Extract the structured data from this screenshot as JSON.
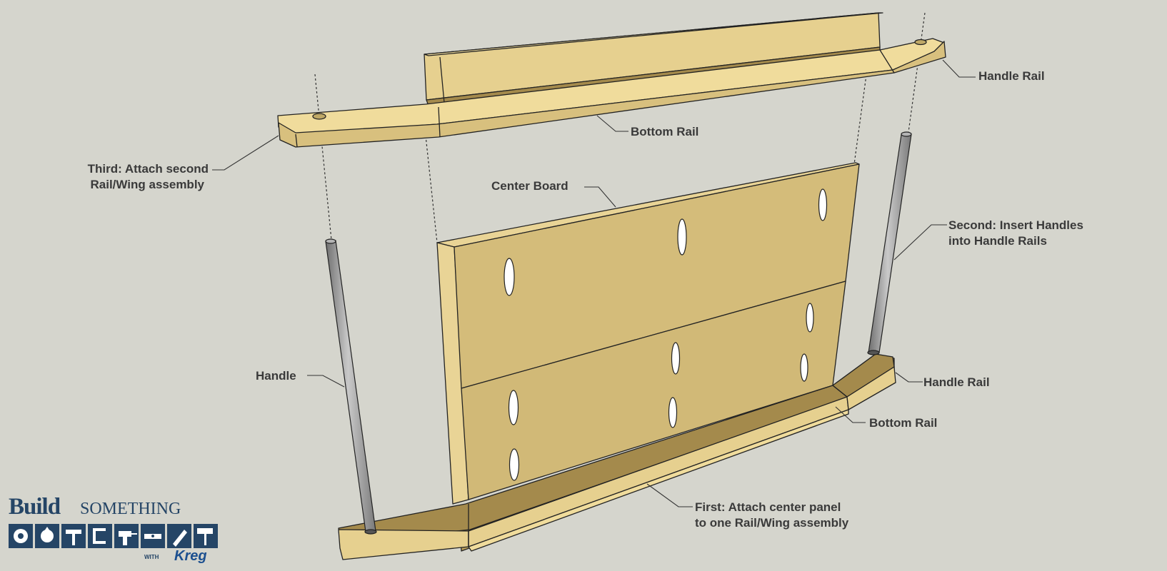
{
  "labels": {
    "handle_rail_top": "Handle Rail",
    "bottom_rail_top": "Bottom Rail",
    "third_step": [
      "Third: Attach second",
      "Rail/Wing assembly"
    ],
    "center_board": "Center Board",
    "second_step": [
      "Second: Insert Handles",
      "into Handle Rails"
    ],
    "handle": "Handle",
    "handle_rail_bottom": "Handle Rail",
    "bottom_rail_bottom": "Bottom Rail",
    "first_step": [
      "First: Attach center panel",
      "to one Rail/Wing assembly"
    ]
  },
  "logo": {
    "word_a": "Build",
    "word_b": "SOMETHING",
    "with": "WITH",
    "kreg": "Kreg"
  },
  "colors": {
    "background": "#d5d5cd",
    "wood_face": "#d4bc7a",
    "wood_light": "#e9d496",
    "wood_dark": "#a48a4c",
    "wood_edge": "#f0dc9c",
    "dowel": "#9a9a9a",
    "logo_blue": "#254566"
  }
}
